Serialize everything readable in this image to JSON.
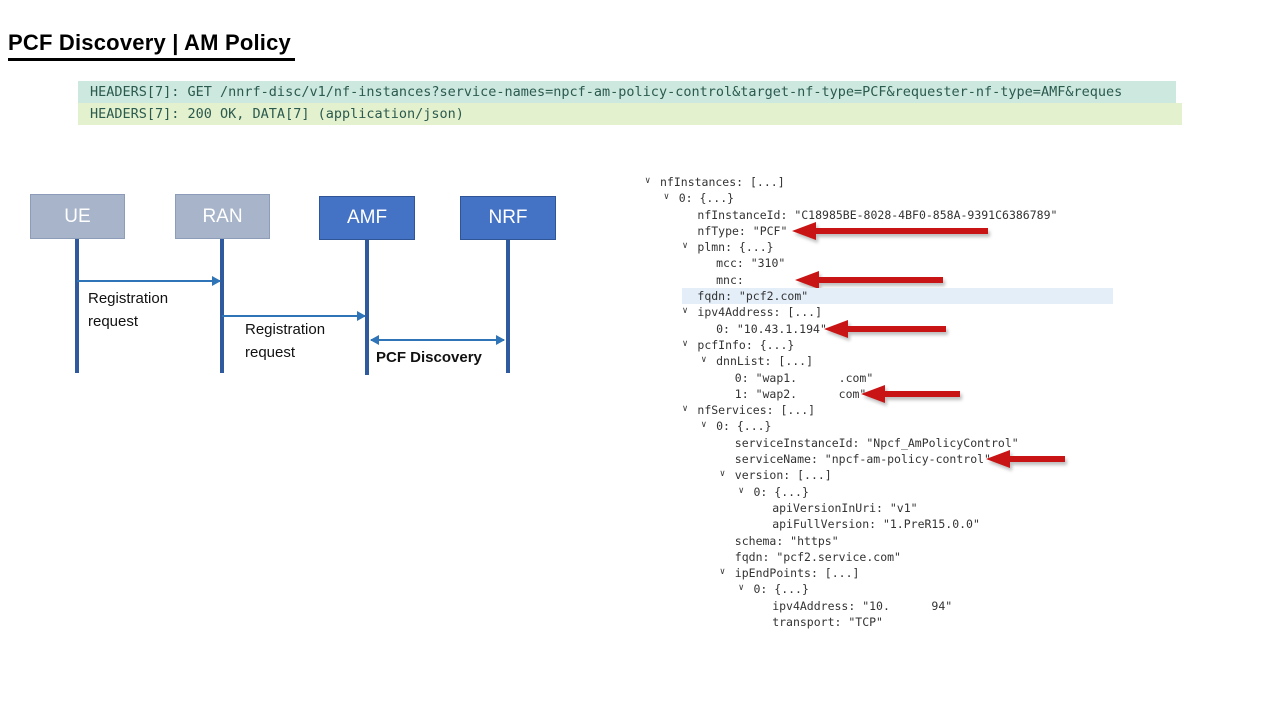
{
  "title": "PCF Discovery | AM Policy",
  "http_trace": {
    "request_line": "HEADERS[7]: GET /nnrf-disc/v1/nf-instances?service-names=npcf-am-policy-control&target-nf-type=PCF&requester-nf-type=AMF&reques",
    "response_line": "HEADERS[7]: 200 OK, DATA[7] (application/json)",
    "request_bg": "#cde8de",
    "response_bg": "#e4f1ce",
    "text_color": "#2b5a4f"
  },
  "sequence_diagram": {
    "actors": [
      {
        "label": "UE",
        "fill": "#a7b4ca",
        "border": "#8d9cb8"
      },
      {
        "label": "RAN",
        "fill": "#a7b4ca",
        "border": "#8d9cb8"
      },
      {
        "label": "AMF",
        "fill": "#4472c4",
        "border": "#2f5597"
      },
      {
        "label": "NRF",
        "fill": "#4472c4",
        "border": "#2f5597"
      }
    ],
    "lifeline_color": "#2f5b9e",
    "message_color": "#2e74b6",
    "messages": [
      {
        "label": "Registration request",
        "from": "UE",
        "to": "RAN",
        "bidirectional": false,
        "bold": false
      },
      {
        "label": "Registration request",
        "from": "RAN",
        "to": "AMF",
        "bidirectional": false,
        "bold": false
      },
      {
        "label": "PCF Discovery",
        "from": "AMF",
        "to": "NRF",
        "bidirectional": true,
        "bold": true
      }
    ]
  },
  "json_tree": {
    "highlight_color": "#e4eef8",
    "annotation_arrow_color": "#c81414",
    "rows": [
      {
        "level": 0,
        "expandable": true,
        "text": "nfInstances: [...]"
      },
      {
        "level": 1,
        "expandable": true,
        "text": "0: {...}"
      },
      {
        "level": 2,
        "expandable": false,
        "text": "nfInstanceId: \"C18985BE-8028-4BF0-858A-9391C6386789\""
      },
      {
        "level": 2,
        "expandable": false,
        "text": "nfType: \"PCF\"",
        "arrow": true
      },
      {
        "level": 2,
        "expandable": true,
        "text": "plmn: {...}"
      },
      {
        "level": 3,
        "expandable": false,
        "text": "mcc: \"310\""
      },
      {
        "level": 3,
        "expandable": false,
        "text": "mnc:",
        "arrow": true
      },
      {
        "level": 2,
        "expandable": false,
        "text": "fqdn: \"pcf2.com\"",
        "highlight": true
      },
      {
        "level": 2,
        "expandable": true,
        "text": "ipv4Address: [...]"
      },
      {
        "level": 3,
        "expandable": false,
        "text": "0: \"10.43.1.194\"",
        "arrow": true
      },
      {
        "level": 2,
        "expandable": true,
        "text": "pcfInfo: {...}"
      },
      {
        "level": 3,
        "expandable": true,
        "text": "dnnList: [...]"
      },
      {
        "level": 4,
        "expandable": false,
        "text": "0: \"wap1.      .com\""
      },
      {
        "level": 4,
        "expandable": false,
        "text": "1: \"wap2.      com\"",
        "arrow": true
      },
      {
        "level": 2,
        "expandable": true,
        "text": "nfServices: [...]"
      },
      {
        "level": 3,
        "expandable": true,
        "text": "0: {...}"
      },
      {
        "level": 4,
        "expandable": false,
        "text": "serviceInstanceId: \"Npcf_AmPolicyControl\""
      },
      {
        "level": 4,
        "expandable": false,
        "text": "serviceName: \"npcf-am-policy-control\"",
        "arrow": true
      },
      {
        "level": 4,
        "expandable": true,
        "text": "version: [...]"
      },
      {
        "level": 5,
        "expandable": true,
        "text": "0: {...}"
      },
      {
        "level": 6,
        "expandable": false,
        "text": "apiVersionInUri: \"v1\""
      },
      {
        "level": 6,
        "expandable": false,
        "text": "apiFullVersion: \"1.PreR15.0.0\""
      },
      {
        "level": 4,
        "expandable": false,
        "text": "schema: \"https\""
      },
      {
        "level": 4,
        "expandable": false,
        "text": "fqdn: \"pcf2.service.com\""
      },
      {
        "level": 4,
        "expandable": true,
        "text": "ipEndPoints: [...]"
      },
      {
        "level": 5,
        "expandable": true,
        "text": "0: {...}"
      },
      {
        "level": 6,
        "expandable": false,
        "text": "ipv4Address: \"10.      94\""
      },
      {
        "level": 6,
        "expandable": false,
        "text": "transport: \"TCP\""
      }
    ]
  }
}
